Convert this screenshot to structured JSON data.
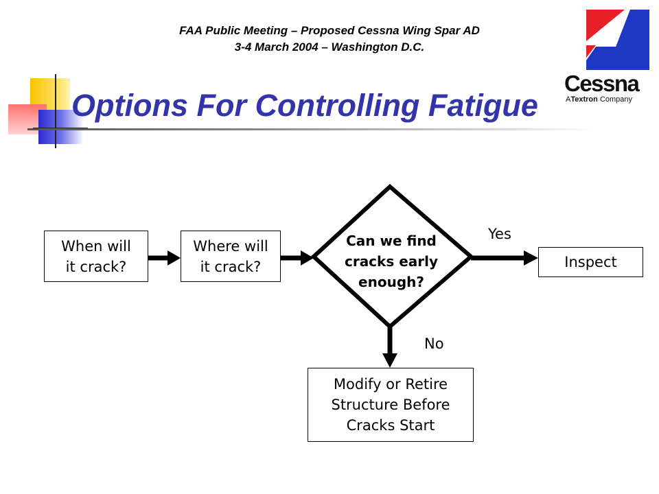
{
  "header": {
    "line1": "FAA Public Meeting – Proposed Cessna Wing Spar AD",
    "line2": "3-4 March 2004 – Washington D.C."
  },
  "title": "Options For Controlling Fatigue",
  "logo": {
    "brand": "Cessna",
    "tagline_a": "A",
    "tagline_textron": "Textron",
    "tagline_company": "Company",
    "colors": {
      "blue": "#1d39c4",
      "red": "#e8202a"
    }
  },
  "flowchart": {
    "step1": {
      "line1": "When will",
      "line2": "it crack?"
    },
    "step2": {
      "line1": "Where will",
      "line2": "it crack?"
    },
    "decision": {
      "line1": "Can we find",
      "line2": "cracks early",
      "line3": "enough?"
    },
    "yes_label": "Yes",
    "no_label": "No",
    "inspect": "Inspect",
    "modify": {
      "line1": "Modify or Retire",
      "line2": "Structure Before",
      "line3": "Cracks Start"
    }
  }
}
